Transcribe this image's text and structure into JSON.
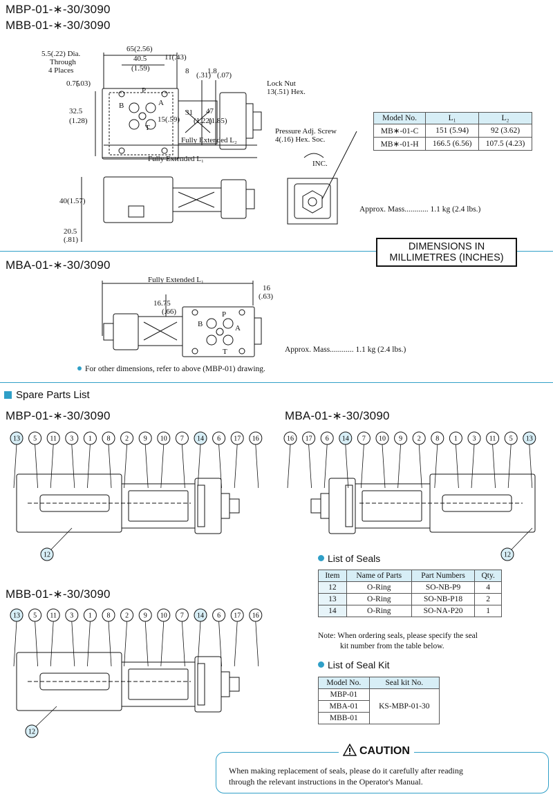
{
  "top": {
    "title_mbp": "MBP-01-∗-30/3090",
    "title_mbb": "MBB-01-∗-30/3090",
    "dims": {
      "hole_note_1": "5.5(.22) Dia.",
      "hole_note_2": "Through",
      "hole_note_3": "4 Places",
      "d65": "65(2.56)",
      "d40": "40.5",
      "d159": "(1.59)",
      "d11": "11(.43)",
      "d8": "8",
      "d31a": "(.31)",
      "d18": "1.8",
      "d07": "(.07)",
      "d075": "0.75",
      "d03": "(.03)",
      "d325": "32.5",
      "d128": "(1.28)",
      "d15": "15(.59)",
      "d31": "31",
      "d122": "(1.22)",
      "d47": "47",
      "d185": "(1.85)",
      "locknut_1": "Lock Nut",
      "locknut_2": "13(.51) Hex.",
      "fe_l2": "Fully Extended  L₂",
      "fe_l1": "Fully Extended  L₁",
      "adj_1": "Pressure Adj. Screw",
      "adj_2": "4(.16) Hex. Soc.",
      "inc": "INC.",
      "d40b": "40(1.57)",
      "d205": "20.5",
      "d81": "(.81)",
      "port_p": "P",
      "port_a": "A",
      "port_b": "B",
      "port_t": "T"
    },
    "model_table": {
      "headers": [
        "Model No.",
        "L₁",
        "L₂"
      ],
      "rows": [
        [
          "MB∗-01-C",
          "151 (5.94)",
          "92 (3.62)"
        ],
        [
          "MB∗-01-H",
          "166.5 (6.56)",
          "107.5 (4.23)"
        ]
      ]
    },
    "mass": "Approx. Mass............ 1.1 kg (2.4 lbs.)"
  },
  "badge": {
    "line1": "DIMENSIONS IN",
    "line2": "MILLIMETRES (INCHES)"
  },
  "mba": {
    "title": "MBA-01-∗-30/3090",
    "fe_l1": "Fully Extended  L₁",
    "d16": "16",
    "d63": "(.63)",
    "d1675": "16.75",
    "d66": "(.66)",
    "mass": "Approx. Mass............ 1.1 kg (2.4 lbs.)",
    "note": "For other dimensions, refer to above (MBP-01) drawing."
  },
  "spare": {
    "title": "Spare Parts List",
    "mbp_title": "MBP-01-∗-30/3090",
    "mba_title": "MBA-01-∗-30/3090",
    "mbb_title": "MBB-01-∗-30/3090",
    "mbp_callouts": [
      "13",
      "5",
      "11",
      "3",
      "1",
      "8",
      "2",
      "9",
      "10",
      "7",
      "14",
      "6",
      "17",
      "16"
    ],
    "mbp_bottom": "12",
    "mba_callouts": [
      "16",
      "17",
      "6",
      "14",
      "7",
      "10",
      "9",
      "2",
      "8",
      "1",
      "3",
      "11",
      "5",
      "13"
    ],
    "mba_bottom": "12",
    "mbb_callouts": [
      "13",
      "5",
      "11",
      "3",
      "1",
      "8",
      "2",
      "9",
      "10",
      "7",
      "14",
      "6",
      "17",
      "16"
    ],
    "mbb_bottom": "12",
    "highlight_color": "#d7eef6"
  },
  "seals": {
    "title": "List of Seals",
    "headers": [
      "Item",
      "Name of Parts",
      "Part Numbers",
      "Qty."
    ],
    "rows": [
      [
        "12",
        "O-Ring",
        "SO-NB-P9",
        "4"
      ],
      [
        "13",
        "O-Ring",
        "SO-NB-P18",
        "2"
      ],
      [
        "14",
        "O-Ring",
        "SO-NA-P20",
        "1"
      ]
    ],
    "note_1": "Note: When ordering seals, please specify the seal",
    "note_2": "kit number from the table below."
  },
  "seal_kit": {
    "title": "List of Seal Kit",
    "headers": [
      "Model No.",
      "Seal kit No."
    ],
    "models": [
      "MBP-01",
      "MBA-01",
      "MBB-01"
    ],
    "kit": "KS-MBP-01-30"
  },
  "caution": {
    "title": "CAUTION",
    "line1": "When making replacement of seals, please do it carefully after reading",
    "line2": "through the relevant instructions in the Operator's Manual."
  },
  "colors": {
    "accent": "#2f9fc7",
    "table_head": "#d7eef6"
  }
}
